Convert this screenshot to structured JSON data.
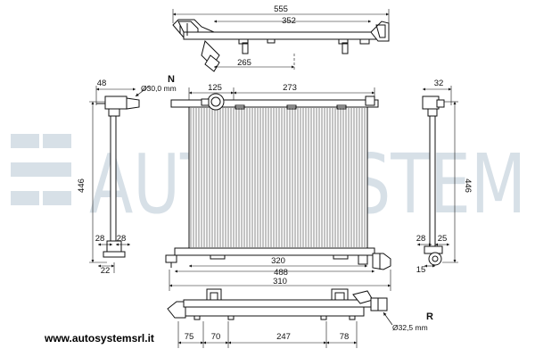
{
  "watermark": "AUTOSYSTEM",
  "website": "www.autosystemsrl.it",
  "ports": {
    "top": "N",
    "bottom": "R"
  },
  "diameters": {
    "top": "Ø30,0 mm",
    "bottom": "Ø32,5 mm"
  },
  "dimensions": {
    "top_555": "555",
    "top_352": "352",
    "top_265": "265",
    "core_125": "125",
    "core_273": "273",
    "left_48": "48",
    "left_446": "446",
    "left_28a": "28",
    "left_28b": "28",
    "left_22": "22",
    "right_32": "32",
    "right_446": "446",
    "right_28": "28",
    "right_25": "25",
    "right_15": "15",
    "bottom_320": "320",
    "bottom_488": "488",
    "bottom_310": "310",
    "bot_75": "75",
    "bot_70": "70",
    "bot_247": "247",
    "bot_78": "78"
  },
  "colors": {
    "line": "#111111",
    "core": "#ffffff",
    "watermark": "#b7c6d3"
  }
}
